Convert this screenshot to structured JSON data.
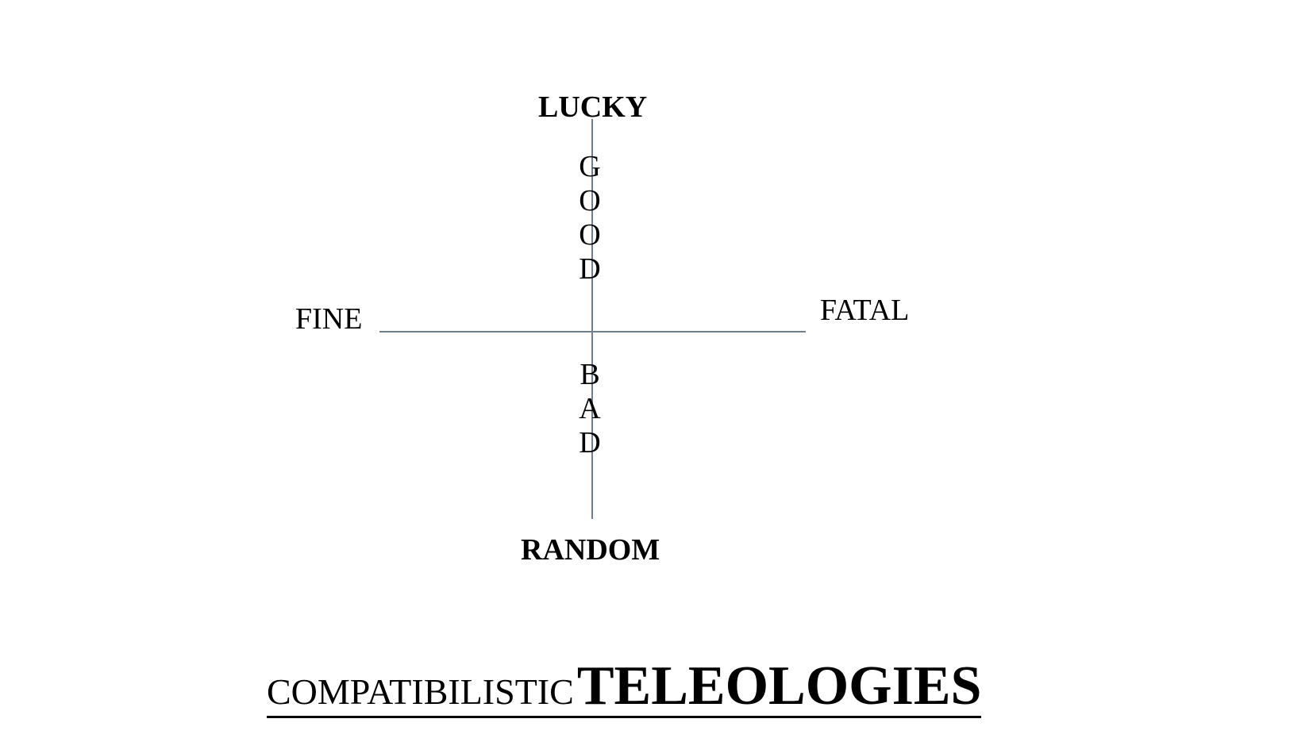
{
  "diagram": {
    "axis_top_label": "LUCKY",
    "axis_bottom_label": "RANDOM",
    "axis_left_label": "FINE",
    "axis_right_label": "FATAL",
    "upper_axis_word": "GOOD",
    "lower_axis_word": "BAD",
    "axis_color": "#6f7f92"
  },
  "caption": {
    "small_text": "COMPATIBILISTIC",
    "large_text": "TELEOLOGIES"
  }
}
